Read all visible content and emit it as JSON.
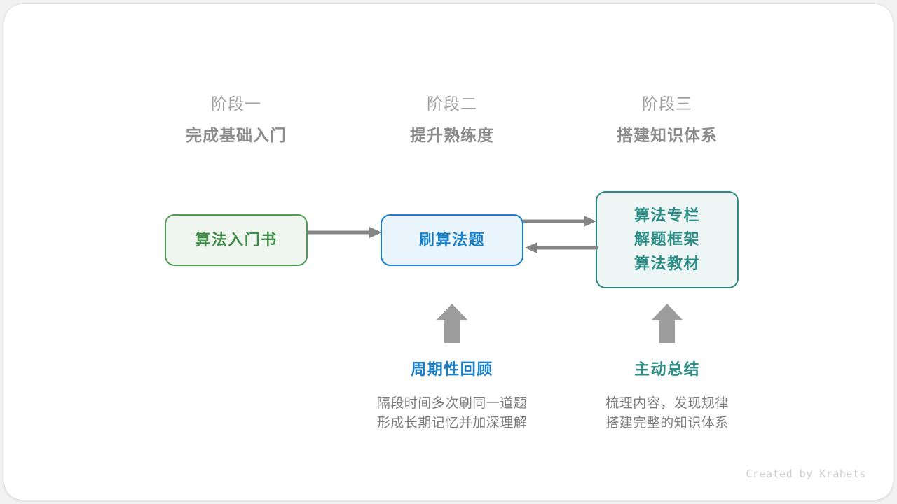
{
  "stages": [
    {
      "index": "阶段一",
      "title": "完成基础入门"
    },
    {
      "index": "阶段二",
      "title": "提升熟练度"
    },
    {
      "index": "阶段三",
      "title": "搭建知识体系"
    }
  ],
  "nodes": {
    "book": {
      "lines": [
        "算法入门书"
      ],
      "border_color": "#4d9a52",
      "fill_color": "#eff6ef",
      "text_color": "#3f8b47"
    },
    "practice": {
      "lines": [
        "刷算法题"
      ],
      "border_color": "#1a7fc6",
      "fill_color": "#e9f4fc",
      "text_color": "#1b7fc6"
    },
    "resources": {
      "lines": [
        "算法专栏",
        "解题框架",
        "算法教材"
      ],
      "border_color": "#2d8c85",
      "fill_color": "#edf6f4",
      "text_color": "#2d8c85"
    }
  },
  "arrows": {
    "color": "#868686",
    "book_to_practice": "right-arrow-icon",
    "practice_to_resources": "right-arrow-icon",
    "resources_to_practice": "left-arrow-icon",
    "up_review": "up-arrow-icon",
    "up_summary": "up-arrow-icon"
  },
  "annotations": [
    {
      "title": "周期性回顾",
      "desc": "隔段时间多次刷同一道题\n形成长期记忆并加深理解",
      "color": "#1b7fc6"
    },
    {
      "title": "主动总结",
      "desc": "梳理内容，发现规律\n搭建完整的知识体系",
      "color": "#2d8c85"
    }
  ],
  "footer": {
    "credit": "Created by Krahets"
  }
}
